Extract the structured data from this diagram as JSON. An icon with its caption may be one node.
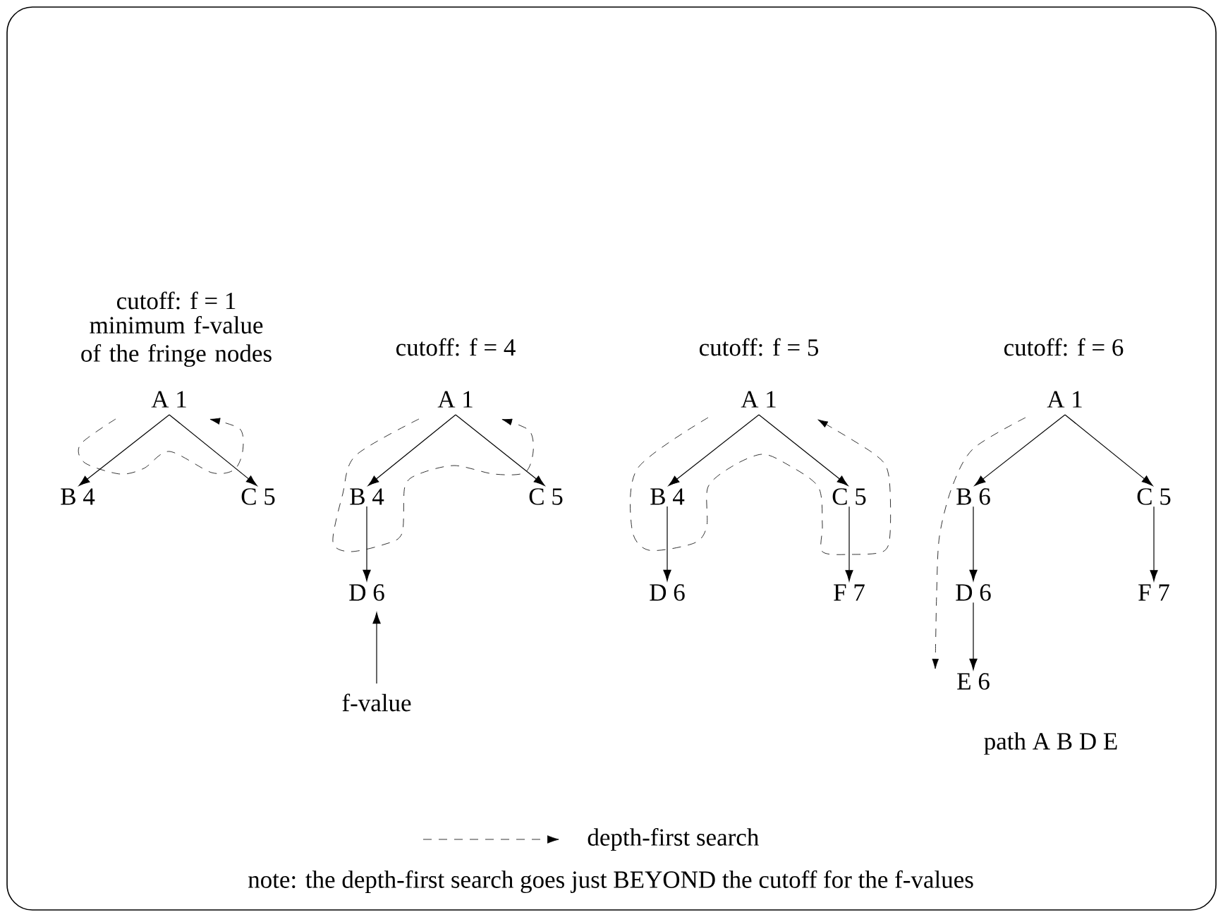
{
  "diagram": {
    "nodes": [
      {
        "text": [
          "A 1"
        ]
      },
      {
        "text": [
          "B 4"
        ]
      },
      {
        "text": [
          "C 5"
        ]
      },
      {
        "text": [
          "A 1"
        ]
      },
      {
        "text": [
          "B 4"
        ]
      },
      {
        "text": [
          "C 5"
        ]
      },
      {
        "text": [
          "D 6"
        ]
      },
      {
        "text": [
          "f-value"
        ]
      },
      {
        "text": [
          "A 1"
        ]
      },
      {
        "text": [
          "B 4"
        ]
      },
      {
        "text": [
          "C 5"
        ]
      },
      {
        "text": [
          "D 6"
        ]
      },
      {
        "text": [
          "F 7"
        ]
      },
      {
        "text": [
          "A 1"
        ]
      },
      {
        "text": [
          "B 6"
        ]
      },
      {
        "text": [
          "C 5"
        ]
      },
      {
        "text": [
          "D 6"
        ]
      },
      {
        "text": [
          "F 7"
        ]
      },
      {
        "text": [
          "E 6"
        ]
      }
    ],
    "edges": [
      {
        "from": 0,
        "to": 1,
        "arrow": "to"
      },
      {
        "from": 0,
        "to": 2,
        "arrow": "to"
      },
      {
        "from": 3,
        "to": 4,
        "arrow": "to"
      },
      {
        "from": 3,
        "to": 5,
        "arrow": "to"
      },
      {
        "from": 4,
        "to": 6,
        "arrow": "to"
      },
      {
        "from": 7,
        "to": 6,
        "arrow": "to"
      },
      {
        "from": 8,
        "to": 9,
        "arrow": "to"
      },
      {
        "from": 8,
        "to": 10,
        "arrow": "to"
      },
      {
        "from": 9,
        "to": 11,
        "arrow": "to"
      },
      {
        "from": 10,
        "to": 12,
        "arrow": "to"
      },
      {
        "from": 13,
        "to": 14,
        "arrow": "to"
      },
      {
        "from": 13,
        "to": 15,
        "arrow": "to"
      },
      {
        "from": 14,
        "to": 16,
        "arrow": "to"
      },
      {
        "from": 16,
        "to": 18,
        "arrow": "to"
      },
      {
        "from": 15,
        "to": 17,
        "arrow": "to"
      }
    ],
    "labels": [
      "cutoff: f = 1",
      "minimum f-value of the fringe nodes",
      "cutoff: f = 4",
      "cutoff: f = 5",
      "cutoff: f = 6",
      "path A B D E",
      "note: the depth-first search goes just BEYOND the cutoff for the f-values"
    ],
    "legend": [
      {
        "text": "depth-first search"
      }
    ]
  }
}
